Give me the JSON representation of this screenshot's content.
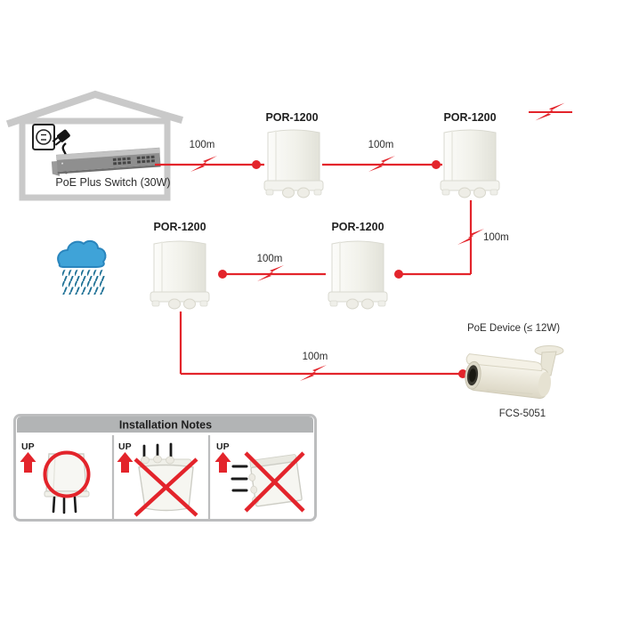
{
  "colors": {
    "accent_red": "#e3242b",
    "house_gray": "#c9c9c9",
    "panel_header_gray": "#b2b4b5",
    "panel_border_gray": "#bcbdbe",
    "cloud_blue": "#3fa3d8",
    "rain_teal": "#1b6f94",
    "text_dark": "#2d2d2d"
  },
  "diagram": {
    "switch_label": "PoE Plus Switch (30W)",
    "repeaters": [
      {
        "label": "POR-1200"
      },
      {
        "label": "POR-1200"
      },
      {
        "label": "POR-1200"
      },
      {
        "label": "POR-1200"
      }
    ],
    "segments": [
      {
        "from": "poe-switch",
        "to": "repeater-1",
        "distance": "100m"
      },
      {
        "from": "repeater-1",
        "to": "repeater-2",
        "distance": "100m"
      },
      {
        "from": "repeater-2",
        "to": "repeater-4",
        "distance": "100m"
      },
      {
        "from": "repeater-4",
        "to": "repeater-3",
        "distance": "100m"
      },
      {
        "from": "repeater-3",
        "to": "camera",
        "distance": "100m"
      }
    ],
    "end_device": {
      "caption": "PoE Device (≤ 12W)",
      "model": "FCS-5051"
    },
    "icons": [
      {
        "name": "lightning-icon"
      },
      {
        "name": "rain-cloud-icon"
      },
      {
        "name": "power-outlet-icon"
      },
      {
        "name": "power-plug-icon"
      }
    ]
  },
  "installation_notes": {
    "title": "Installation Notes",
    "items": [
      {
        "direction_label": "UP",
        "orientation": "cables-down",
        "status": "correct"
      },
      {
        "direction_label": "UP",
        "orientation": "cables-up",
        "status": "incorrect"
      },
      {
        "direction_label": "UP",
        "orientation": "cables-sideways",
        "status": "incorrect"
      }
    ]
  }
}
